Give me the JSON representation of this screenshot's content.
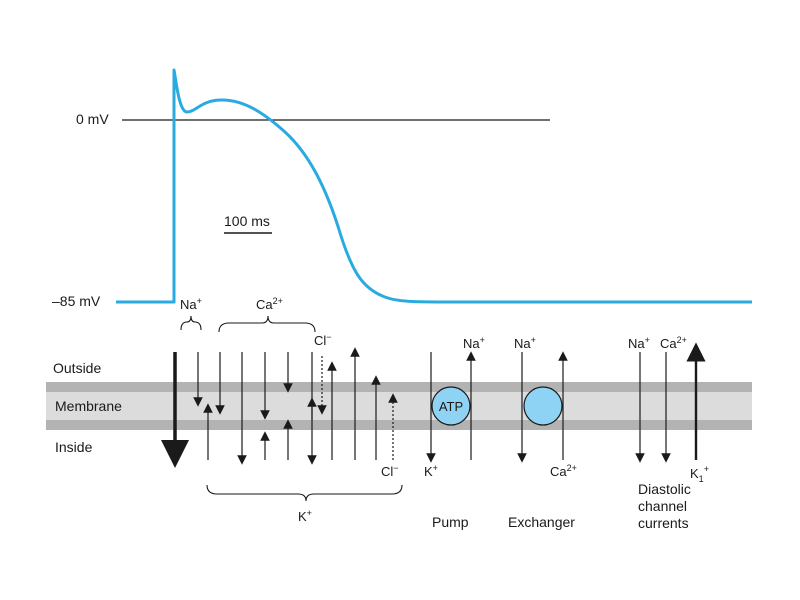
{
  "colors": {
    "trace": "#29abe2",
    "membrane_dark": "#b3b3b3",
    "membrane_light": "#dcdcdc",
    "circle_fill": "#8fd3f4",
    "ink": "#1a1a1a"
  },
  "voltage": {
    "zero_label": "0 mV",
    "rest_label": "–85 mV"
  },
  "scale_bar": {
    "label": "100 ms"
  },
  "regions": {
    "outside": "Outside",
    "membrane": "Membrane",
    "inside": "Inside"
  },
  "ions": {
    "na_top": {
      "base": "Na",
      "sup": "+"
    },
    "ca_top": {
      "base": "Ca",
      "sup": "2+"
    },
    "cl_top": {
      "base": "Cl",
      "sup": "−"
    },
    "cl_bottom": {
      "base": "Cl",
      "sup": "−"
    },
    "k_bottom": {
      "base": "K",
      "sup": "+"
    },
    "pump_na": {
      "base": "Na",
      "sup": "+"
    },
    "pump_k": {
      "base": "K",
      "sup": "+"
    },
    "exch_na": {
      "base": "Na",
      "sup": "+"
    },
    "exch_ca": {
      "base": "Ca",
      "sup": "2+"
    },
    "diast_na": {
      "base": "Na",
      "sup": "+"
    },
    "diast_ca": {
      "base": "Ca",
      "sup": "2+"
    },
    "diast_k1": {
      "base": "K",
      "sub": "1",
      "sup": "+"
    }
  },
  "pump": {
    "circle_label": "ATP",
    "caption": "Pump"
  },
  "exchanger": {
    "caption": "Exchanger"
  },
  "diastolic": {
    "line1": "Diastolic",
    "line2": "channel",
    "line3": "currents"
  }
}
